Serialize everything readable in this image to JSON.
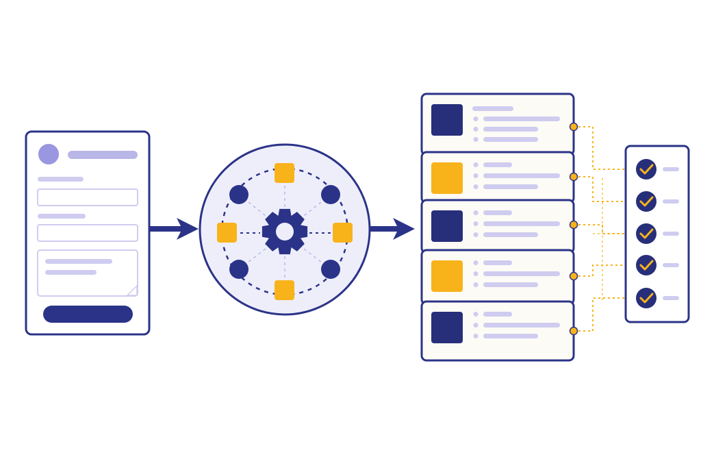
{
  "colors": {
    "background": "#ffffff",
    "navy": "#2b3388",
    "dark_navy": "#272f7a",
    "lavender": "#b9b6e8",
    "light_lavender": "#cfccf0",
    "avatar": "#9b96e0",
    "amber": "#f8b31b",
    "hub_fill": "#eeeefb",
    "card_fill": "#fcfbf6",
    "white": "#ffffff"
  },
  "icons": {
    "hub_center": "gear-icon",
    "check": "check-icon",
    "flow_arrow": "arrow-right-icon"
  },
  "form": {
    "fields": [
      "text-input",
      "text-input",
      "textarea"
    ],
    "has_submit_button": true
  },
  "hub": {
    "satellite_nodes": [
      "circle",
      "square",
      "circle",
      "square",
      "circle",
      "square",
      "circle",
      "square"
    ]
  },
  "records": {
    "thumbnails": [
      "navy",
      "amber",
      "navy",
      "amber",
      "navy"
    ]
  },
  "checklist": {
    "items_checked": [
      true,
      true,
      true,
      true,
      true
    ]
  }
}
